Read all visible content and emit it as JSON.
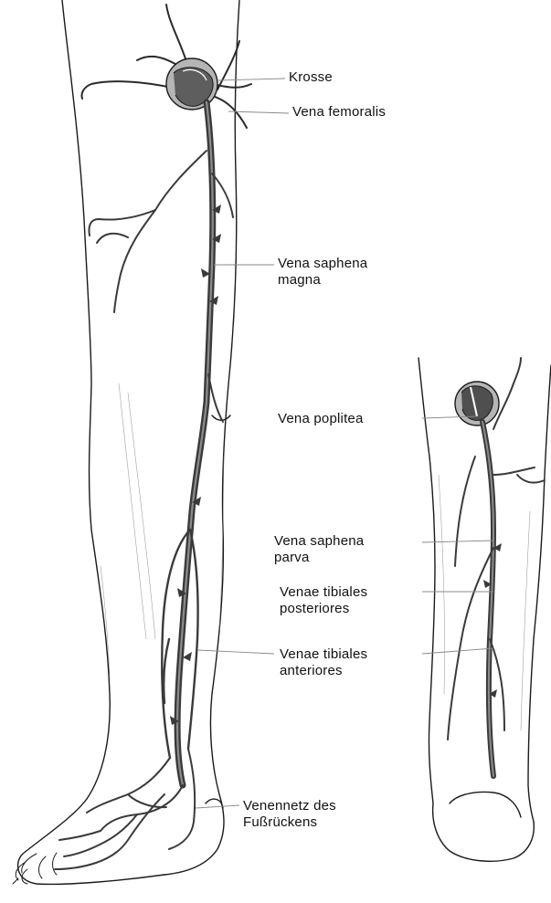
{
  "labels": {
    "krosse": "Krosse",
    "vena_femoralis": "Vena femoralis",
    "saphena_magna_1": "Vena saphena",
    "saphena_magna_2": "magna",
    "poplitea": "Vena poplitea",
    "saphena_parva_1": "Vena saphena",
    "saphena_parva_2": "parva",
    "tibiales_post_1": "Venae tibiales",
    "tibiales_post_2": "posteriores",
    "tibiales_ant_1": "Venae tibiales",
    "tibiales_ant_2": "anteriores",
    "venennetz_1": "Venennetz des",
    "venennetz_2": "Fußrückens"
  },
  "colors": {
    "outline": "#1a1a1a",
    "vein": "#3a3a3a",
    "vein_fill": "#6b6b6b",
    "leader": "#8a8a8a",
    "shade": "#7a7a7a"
  }
}
